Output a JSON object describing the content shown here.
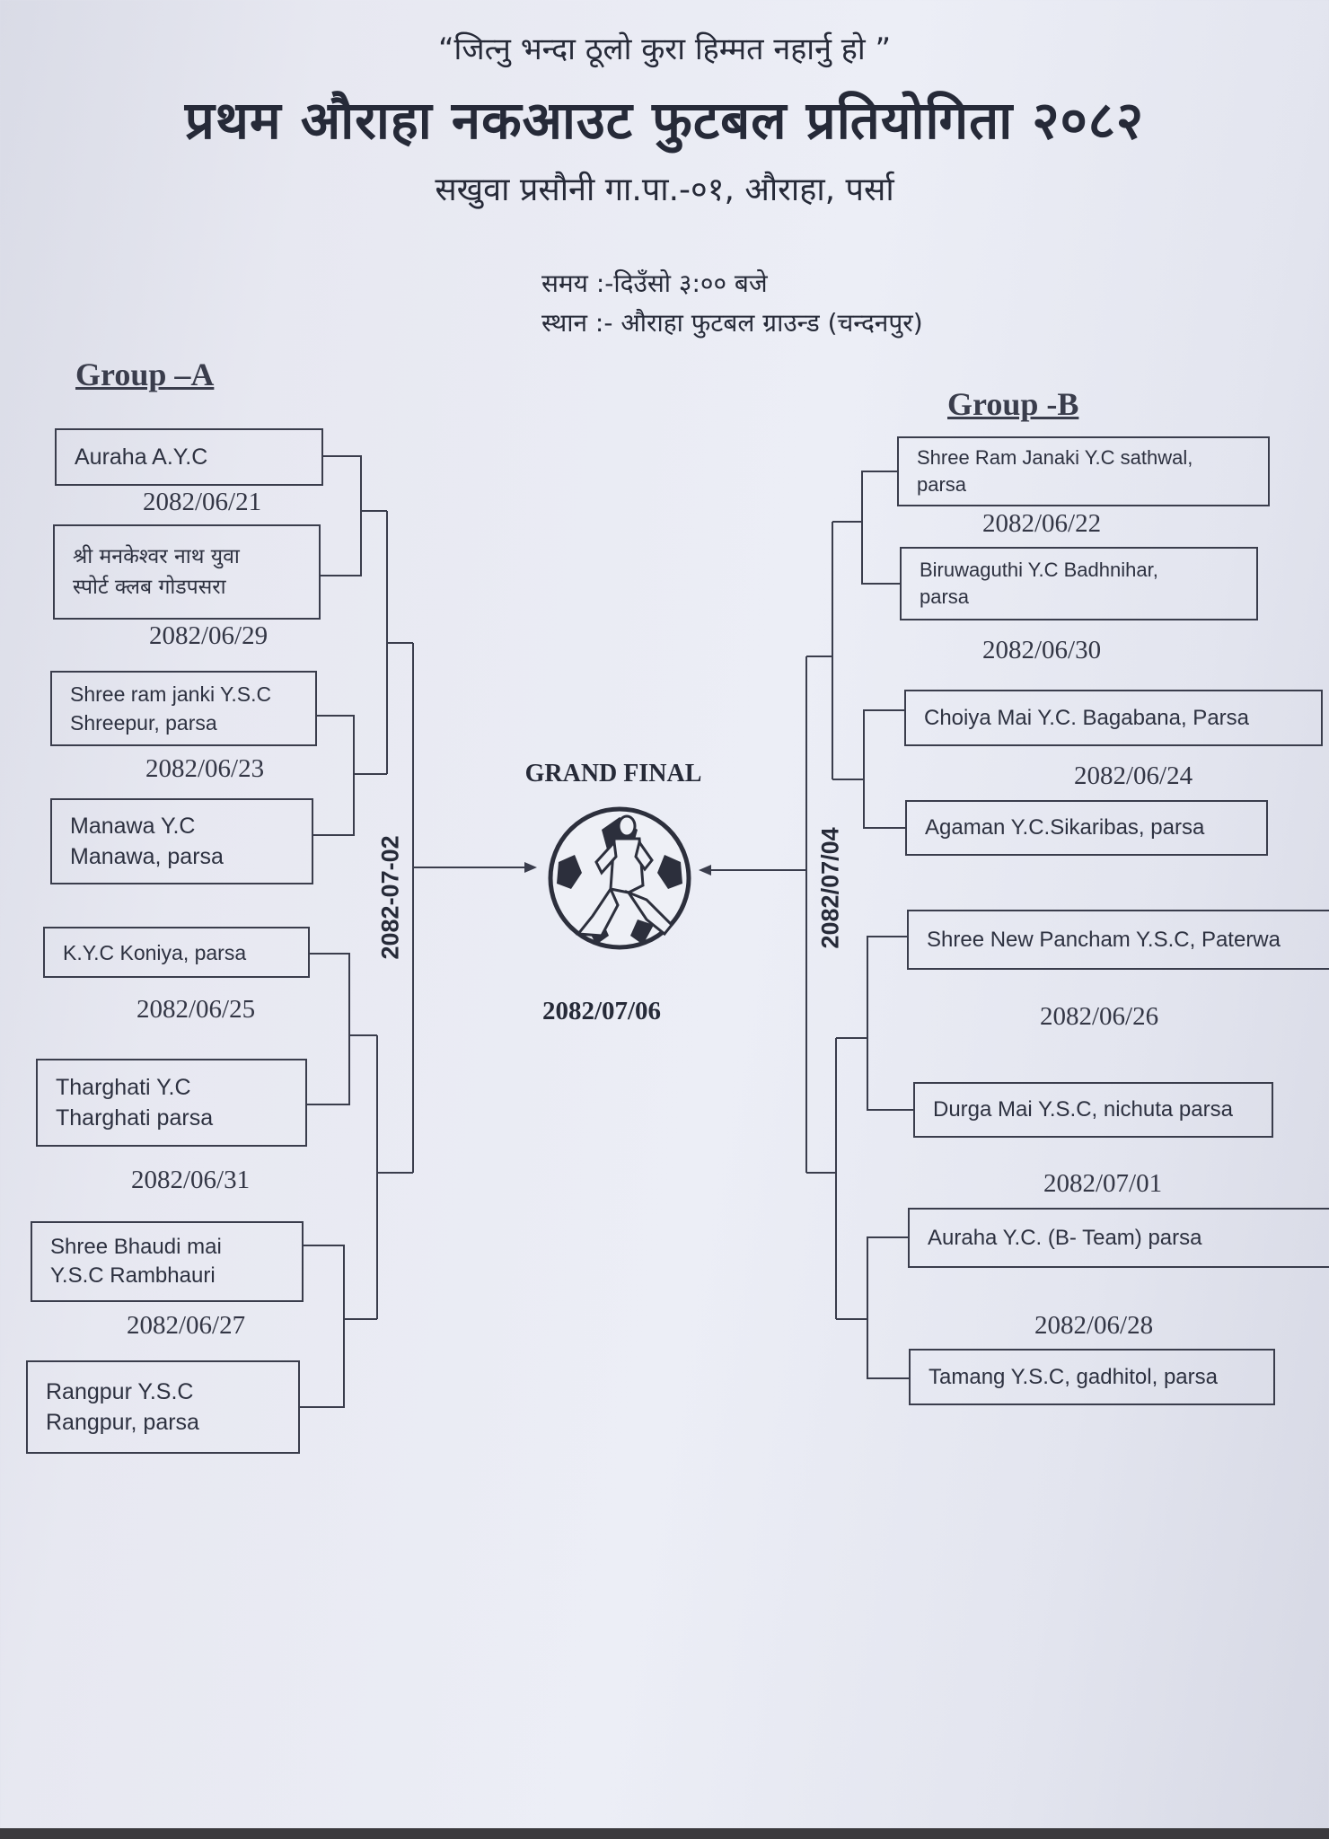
{
  "header": {
    "quote": "“जित्नु भन्दा ठूलो कुरा हिम्मत नहार्नु हो ”",
    "title": "प्रथम औराहा नकआउट फुटबल प्रतियोगिता २०८२",
    "subtitle": "सखुवा प्रसौनी गा.पा.-०१, औराहा, पर्सा",
    "time": "समय :-दिउँसो ३:०० बजे",
    "venue": "स्थान :- औराहा फुटबल ग्राउन्ड (चन्दनपुर)"
  },
  "group_a": {
    "label": "Group –A",
    "teams": [
      "Auraha  A.Y.C",
      "श्री मनकेश्वर नाथ युवा\nस्पोर्ट क्लब गोडपसरा",
      "Shree ram janki Y.S.C\nShreepur, parsa",
      "Manawa  Y.C\nManawa, parsa",
      "K.Y.C Koniya, parsa",
      "Tharghati Y.C\nTharghati  parsa",
      "Shree Bhaudi mai\nY.S.C  Rambhauri",
      "Rangpur Y.S.C\nRangpur,  parsa"
    ],
    "dates": [
      "2082/06/21",
      "2082/06/29",
      "2082/06/23",
      "2082/06/25",
      "2082/06/31",
      "2082/06/27"
    ],
    "semi_final_date": "2082-07-02"
  },
  "group_b": {
    "label": "Group -B",
    "teams": [
      "Shree Ram Janaki Y.C sathwal,\nparsa",
      "Biruwaguthi Y.C  Badhnihar,\nparsa",
      "Choiya Mai Y.C. Bagabana, Parsa",
      "Agaman Y.C.Sikaribas,  parsa",
      "Shree New  Pancham Y.S.C, Paterwa",
      "Durga Mai Y.S.C, nichuta  parsa",
      "Auraha Y.C. (B- Team)  parsa",
      "Tamang Y.S.C, gadhitol,  parsa"
    ],
    "dates": [
      "2082/06/22",
      "2082/06/30",
      "2082/06/24",
      "2082/06/26",
      "2082/07/01",
      "2082/06/28"
    ],
    "semi_final_date": "2082/07/04"
  },
  "final": {
    "label": "GRAND  FINAL",
    "date": "2082/07/06",
    "icon": "football-player-icon"
  }
}
